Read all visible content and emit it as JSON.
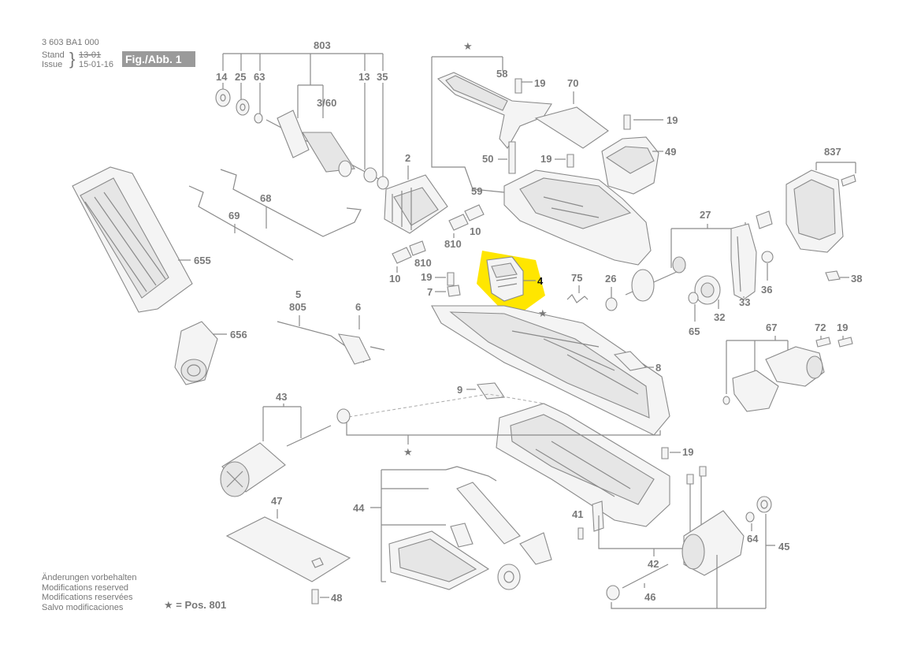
{
  "header": {
    "part_no": "3 603 BA1 000",
    "stand_label": "Stand",
    "issue_label": "Issue",
    "old_date": "13-01",
    "date": "15-01-16",
    "figure": "Fig./Abb. 1"
  },
  "notes": [
    "Änderungen vorbehalten",
    "Modifications reserved",
    "Modifications reservées",
    "Salvo modificaciones"
  ],
  "legend": "★ = Pos. 801",
  "highlight_color": "#ffe600",
  "labels": {
    "l803": "803",
    "l14": "14",
    "l25": "25",
    "l63": "63",
    "l13": "13",
    "l35": "35",
    "l360": "3/60",
    "l2": "2",
    "l68": "68",
    "l69": "69",
    "l655": "655",
    "l656": "656",
    "l10a": "10",
    "l810a": "810",
    "l810b": "810",
    "l10b": "10",
    "l19a": "19",
    "l7": "7",
    "l4": "4",
    "l75": "75",
    "l26": "26",
    "l5": "5",
    "l805": "805",
    "l6": "6",
    "l58": "58",
    "l19b": "19",
    "l70": "70",
    "l19c": "19",
    "l49": "49",
    "l50": "50",
    "l19d": "19",
    "l59": "59",
    "l837": "837",
    "l27": "27",
    "l38": "38",
    "l33": "33",
    "l36": "36",
    "l32": "32",
    "l65": "65",
    "l67": "67",
    "l72": "72",
    "l19e": "19",
    "l8": "8",
    "l9": "9",
    "l43": "43",
    "l47": "47",
    "l48": "48",
    "l44": "44",
    "l19f": "19",
    "l41": "41",
    "l42": "42",
    "l64": "64",
    "l45": "45",
    "l46": "46"
  }
}
